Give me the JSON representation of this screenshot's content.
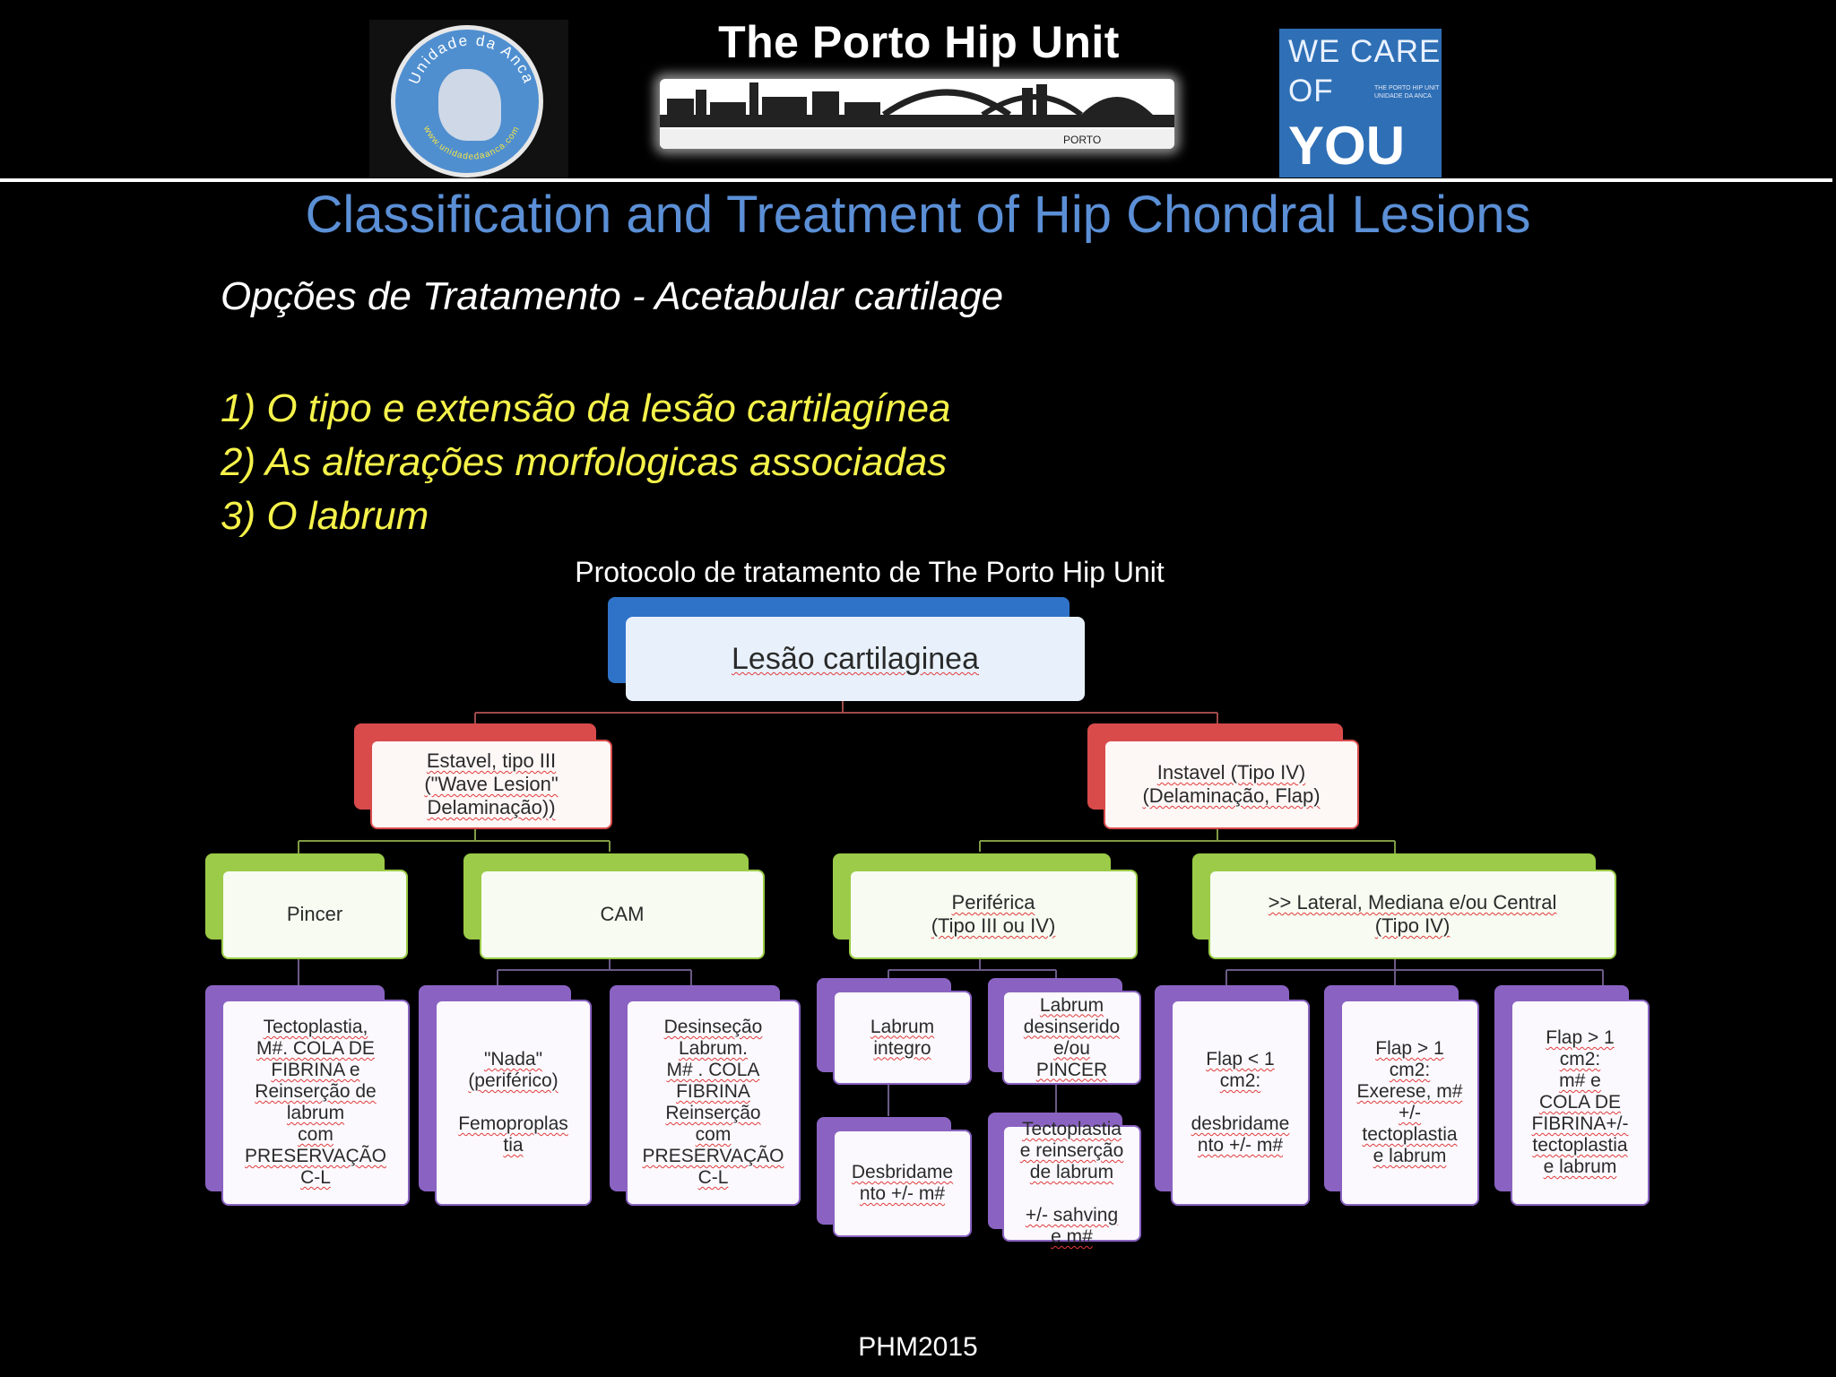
{
  "header": {
    "title": "The Porto Hip Unit",
    "logo_left_ring": "Unidade da Anca",
    "logo_left_url": "www.unidadedaanca.com",
    "skyline_label": "PORTO",
    "badge": {
      "line1": "WE CARE",
      "line2": "OF",
      "line3": "YOU",
      "small1": "THE PORTO HIP UNIT",
      "small2": "UNIDADE DA ANCA"
    }
  },
  "slide": {
    "title": "Classification and Treatment of Hip Chondral Lesions",
    "subtitle": "Opções de Tratamento - Acetabular cartilage",
    "criteria": [
      "1) O tipo e  extensão da lesão cartilagínea",
      "2) As alterações morfologicas  associadas",
      "3) O labrum"
    ],
    "protocol_caption": "Protocolo de tratamento de The Porto Hip Unit",
    "footer": "PHM2015"
  },
  "diagram": {
    "root": "Lesão cartilaginea",
    "stable": "Estavel, tipo III\n(\"Wave Lesion\"\nDelaminação))",
    "unstable": "Instavel (Tipo IV)\n(Delaminação, Flap)",
    "pincer": "Pincer",
    "cam": "CAM",
    "peripheral": "Periférica\n(Tipo III ou IV)",
    "lateral": ">> Lateral, Mediana e/ou Central\n(Tipo IV)",
    "pincer_treatment": "Tectoplastia,\nM#.   COLA DE\nFIBRINA e\nReinserção de\nlabrum\ncom\nPRESERVAÇÃO\nC-L",
    "cam_nothing": "\"Nada\"\n(periférico)\n\nFemoproplas\ntia",
    "cam_labrum": "Desinseção\nLabrum.\nM#  . COLA\nFIBRINA\nReinserção\ncom\nPRESERVAÇÃO\nC-L",
    "labrum_intact": "Labrum\nintegro",
    "labrum_detached": "Labrum\ndesinserido\ne/ou\nPINCER",
    "debridement": "Desbridame\nnto +/- m#",
    "tectoplasty": "Tectoplastia\ne reinserção\nde labrum\n\n+/- sahving\ne m#",
    "flap_lt1": "Flap < 1\ncm2:\n\ndesbridame\nnto +/- m#",
    "flap_gt1_a": "Flap > 1\ncm2:\nExerese, m#\n+/-\ntectoplastia\ne labrum",
    "flap_gt1_b": "Flap > 1\ncm2:\nm# e\nCOLA DE\nFIBRINA+/-\ntectoplastia\ne labrum"
  }
}
